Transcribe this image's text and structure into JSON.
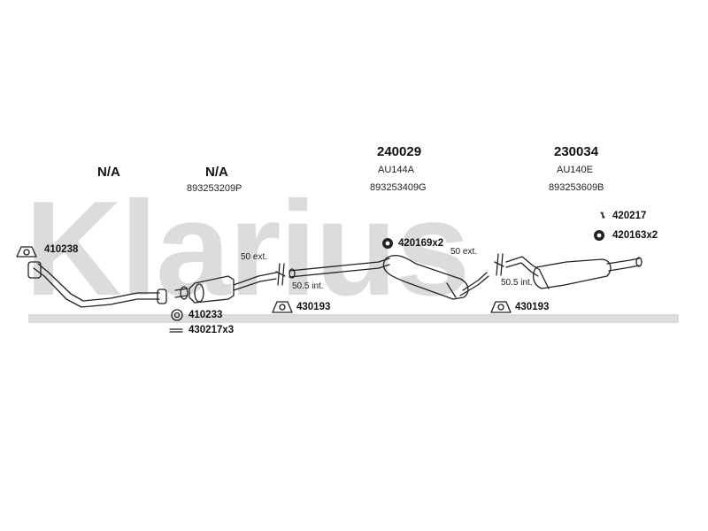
{
  "watermark": {
    "text": "Klarius"
  },
  "groups": [
    {
      "part_no": "N/A",
      "ref": ""
    },
    {
      "part_no": "N/A",
      "ref": "893253209P"
    },
    {
      "part_no": "240029",
      "ref": "AU144A",
      "ref2": "893253409G"
    },
    {
      "part_no": "230034",
      "ref": "AU140E",
      "ref2": "893253609B"
    }
  ],
  "fittings": {
    "f410238": "410238",
    "f410233": "410233",
    "f430217": "430217x3",
    "f430193a": "430193",
    "f420169": "420169x2",
    "f430193b": "430193",
    "f420217": "420217",
    "f420163": "420163x2"
  },
  "notes": {
    "ext_1": "50 ext.",
    "int_1": "50.5 int.",
    "ext_2": "50 ext.",
    "int_2": "50.5 int."
  },
  "colors": {
    "line": "#222222",
    "watermark": "#dcdcdc"
  }
}
